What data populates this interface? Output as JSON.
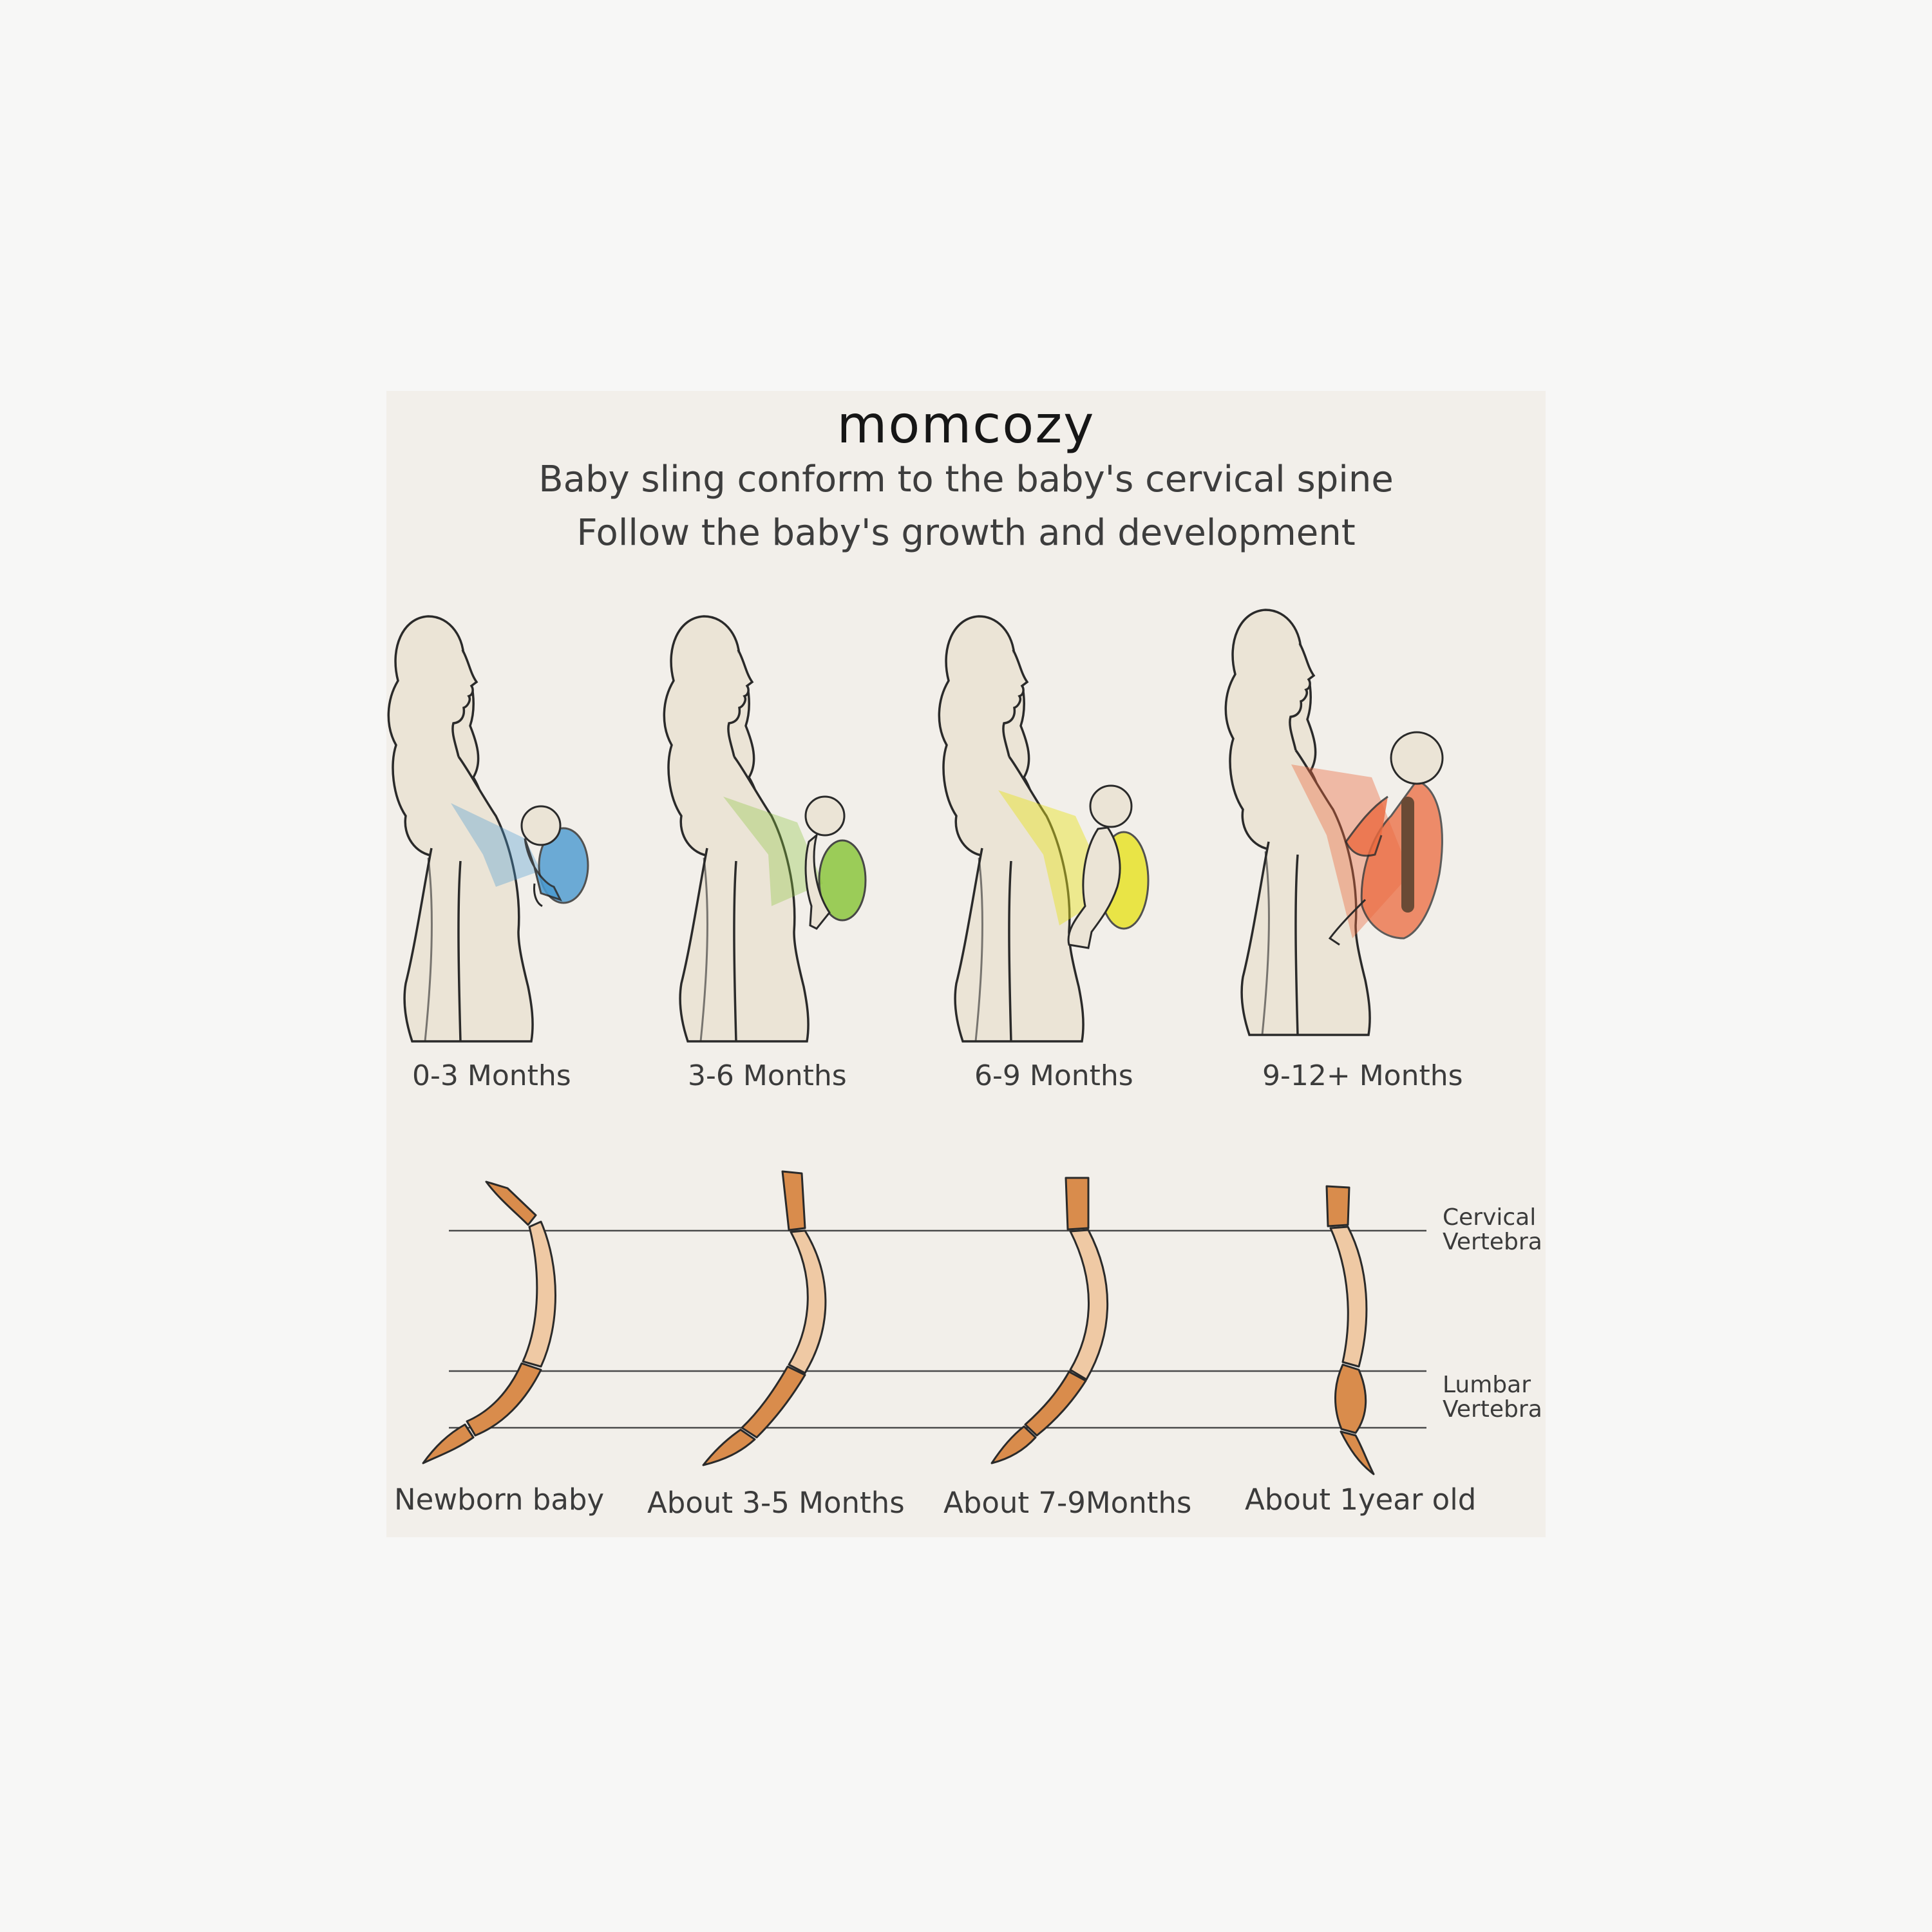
{
  "brand": "momcozy",
  "headline": [
    "Baby sling conform to the baby's cervical spine",
    "Follow the baby's growth and development"
  ],
  "age_groups": [
    {
      "label": "0-3 Months",
      "color": "#4a9ad0"
    },
    {
      "label": "3-6 Months",
      "color": "#8cc63f"
    },
    {
      "label": "6-9 Months",
      "color": "#e7e21e"
    },
    {
      "label": "9-12+ Months",
      "color": "#ec6a3f"
    }
  ],
  "spine_stages": [
    "Newborn baby",
    "About 3-5 Months",
    "About 7-9Months",
    "About 1year old"
  ],
  "reference_lines": [
    {
      "label": [
        "Cervical",
        "Vertebra"
      ]
    },
    {
      "label": [
        "Lumbar",
        "Vertebra"
      ]
    }
  ],
  "colors": {
    "skin": "#ebe4d6",
    "outline": "#2a2a2a",
    "spine_light": "#efc9a4",
    "spine_dark": "#d98c4c"
  }
}
